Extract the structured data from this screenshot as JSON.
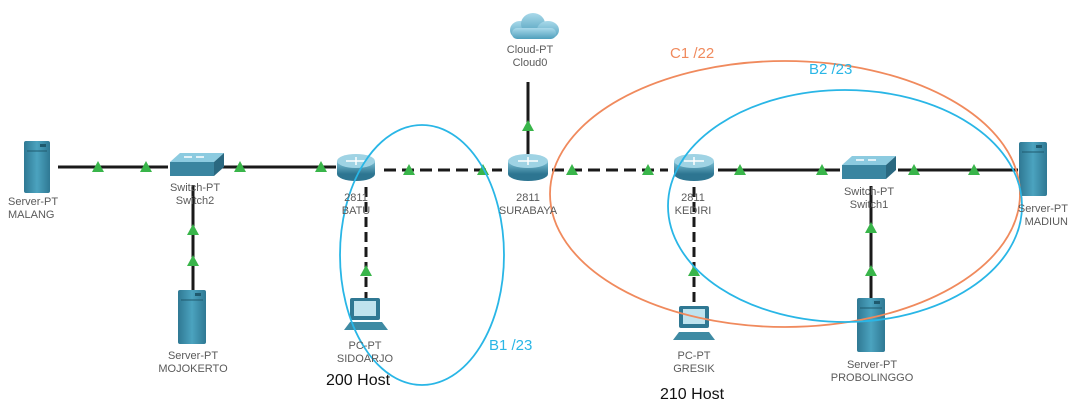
{
  "devices": {
    "cloud": {
      "type": "Cloud-PT",
      "name": "Cloud0"
    },
    "server_malang": {
      "type": "Server-PT",
      "name": "MALANG"
    },
    "switch2": {
      "type": "Switch-PT",
      "name": "Switch2"
    },
    "server_mojokerto": {
      "type": "Server-PT",
      "name": "MOJOKERTO"
    },
    "router_batu": {
      "type": "2811",
      "name": "BATU"
    },
    "pc_sidoarjo": {
      "type": "PC-PT",
      "name": "SIDOARJO"
    },
    "router_surabaya": {
      "type": "2811",
      "name": "SURABAYA"
    },
    "router_kediri": {
      "type": "2811",
      "name": "KEDIRI"
    },
    "pc_gresik": {
      "type": "PC-PT",
      "name": "GRESIK"
    },
    "switch1": {
      "type": "Switch-PT",
      "name": "Switch1"
    },
    "server_probolinggo": {
      "type": "Server-PT",
      "name": "PROBOLINGGO"
    },
    "server_madiun": {
      "type": "Server-PT",
      "name": "MADIUN"
    }
  },
  "annotations": {
    "host_sidoarjo": "200 Host",
    "host_gresik": "210 Host",
    "subnet_b1": "B1 /23",
    "subnet_b2": "B2 /23",
    "subnet_c1": "C1 /22"
  },
  "colors": {
    "link": "#1a1a1a",
    "link_up": "#39b54a",
    "device_body": "#3e8aa3",
    "device_dark": "#2b6a80",
    "ellipse_orange": "#f08a5d",
    "ellipse_blue": "#29b6e6",
    "label_gray": "#5a5a5a"
  }
}
